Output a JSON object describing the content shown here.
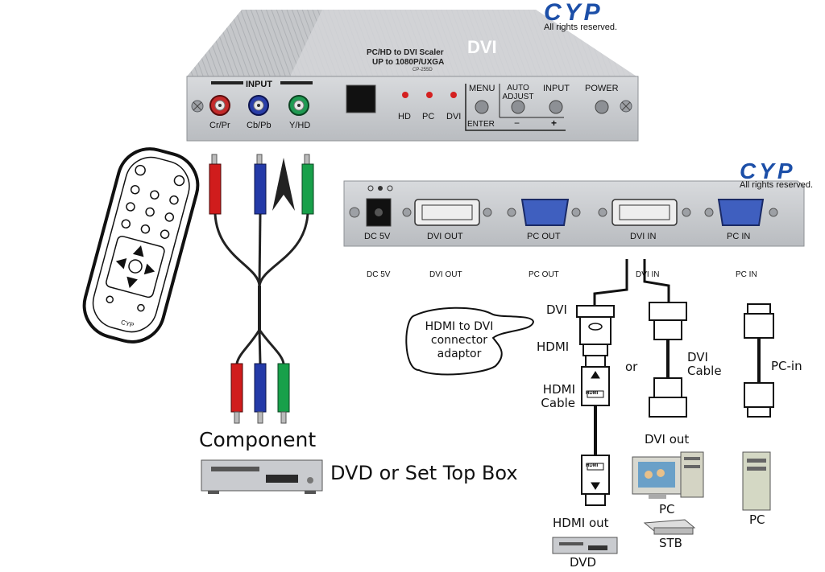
{
  "brand": {
    "logo_text": "CYP",
    "copyright": "All rights reserved.",
    "colors": {
      "logo_blue": "#1c4fa8",
      "logo_red": "#d8201f"
    }
  },
  "front_panel": {
    "model_line1": "PC/HD to DVI Scaler",
    "model_line2": "UP to 1080P/UXGA",
    "model_code": "CP-255D",
    "dvi_badge": "DVI",
    "input_title": "INPUT",
    "jacks": [
      {
        "label": "Cr/Pr",
        "color": "#c42a2a"
      },
      {
        "label": "Cb/Pb",
        "color": "#2a3ea8"
      },
      {
        "label": "Y/HD",
        "color": "#1f9a52"
      }
    ],
    "leds": [
      {
        "label": "HD"
      },
      {
        "label": "PC"
      },
      {
        "label": "DVI"
      }
    ],
    "buttons": {
      "menu": "MENU",
      "enter": "ENTER",
      "auto_adjust": "AUTO ADJUST",
      "input": "INPUT",
      "minus": "−",
      "plus": "+",
      "power": "POWER"
    }
  },
  "rear_panel": {
    "ports": [
      "DC 5V",
      "DVI OUT",
      "PC OUT",
      "DVI IN",
      "PC IN"
    ],
    "column_labels": [
      "DC 5V",
      "DVI OUT",
      "PC OUT",
      "DVI IN",
      "PC IN"
    ]
  },
  "remote": {
    "brand": "CYP"
  },
  "component": {
    "cable_colors": [
      "#d01c1c",
      "#243aa8",
      "#18a04a"
    ],
    "label": "Component",
    "source_label": "DVD or Set Top Box"
  },
  "dvi_chain": {
    "callout": [
      "HDMI to DVI",
      "connector",
      "adaptor"
    ],
    "labels": {
      "dvi": "DVI",
      "hdmi": "HDMI",
      "hdmi_cable": [
        "HDMI",
        "Cable"
      ],
      "hdmi_out": "HDMI out",
      "dvd": "DVD",
      "or": "or",
      "dvi_cable": [
        "DVI",
        "Cable"
      ],
      "dvi_out": "DVI out",
      "pc": "PC",
      "stb": "STB",
      "pc_in": "PC-in",
      "pc2": "PC",
      "hdmi_plug_text": "HDMI"
    }
  }
}
